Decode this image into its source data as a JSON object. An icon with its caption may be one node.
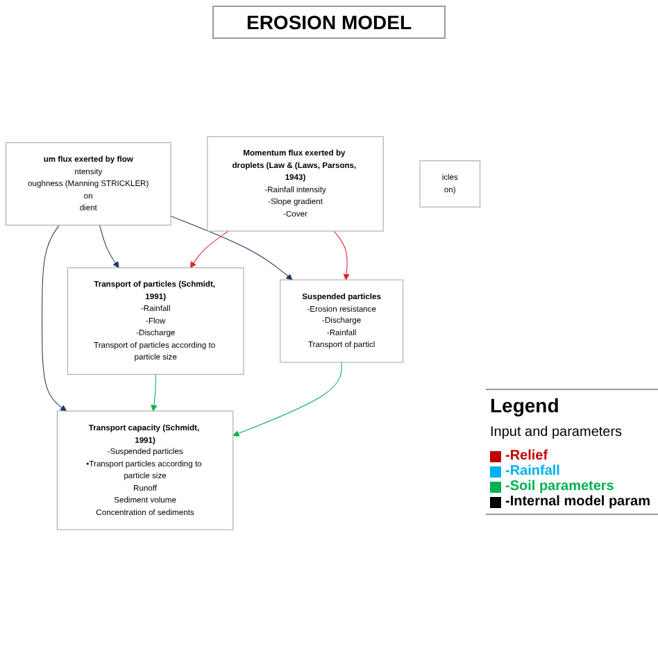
{
  "diagram": {
    "title": "EROSION MODEL",
    "nodes": [
      {
        "text": [
          "um flux exerted by flow",
          "ntensity",
          "oughness (Manning STRICKLER)",
          "on",
          "dient"
        ]
      },
      {
        "text": [
          "Momentum flux exerted by droplets (Law & (Laws, Parsons, 1943)",
          "-Rainfall intensity",
          "-Slope gradient",
          "-Cover"
        ]
      },
      {
        "text": [
          "icles",
          "on)"
        ]
      },
      {
        "text": [
          "Transport of particles (Schmidt, 1991)",
          "-Rainfall",
          "-Flow",
          "-Discharge",
          "Transport of particles according to particle size"
        ]
      },
      {
        "text": [
          "Suspended particles",
          "-Erosion resistance",
          "-Discharge",
          "-Rainfall",
          "Transport of particl"
        ]
      },
      {
        "text": [
          "Transport capacity (Schmidt, 1991)",
          "-Suspended particles",
          "•Transport particles according to particle size",
          "Runoff",
          "Sediment volume",
          "Concentration of sediments"
        ]
      }
    ],
    "edges": [
      {
        "from": 0,
        "to": 3,
        "arrow": "to",
        "color": "#1f3864"
      },
      {
        "from": 0,
        "to": 5,
        "arrow": "to",
        "color": "#1f3864"
      },
      {
        "from": 0,
        "to": 4,
        "arrow": "to",
        "color": "#1f3864"
      },
      {
        "from": 1,
        "to": 4,
        "arrow": "to",
        "color": "#e0202a"
      },
      {
        "from": 1,
        "to": 3,
        "arrow": "to",
        "color": "#e0202a"
      },
      {
        "from": 3,
        "to": 5,
        "arrow": "to",
        "color": "#00b050"
      },
      {
        "from": 4,
        "to": 5,
        "arrow": "to",
        "color": "#00b050"
      }
    ],
    "labels": [
      "Legend",
      "Input and parameters"
    ],
    "legend": [
      {
        "text": "-Relief",
        "color": "#c00000"
      },
      {
        "text": "-Rainfall",
        "color": "#00b0f0"
      },
      {
        "text": "-Soil parameters",
        "color": "#00b050"
      },
      {
        "text": "-Internal model param",
        "color": "#000000"
      }
    ]
  }
}
